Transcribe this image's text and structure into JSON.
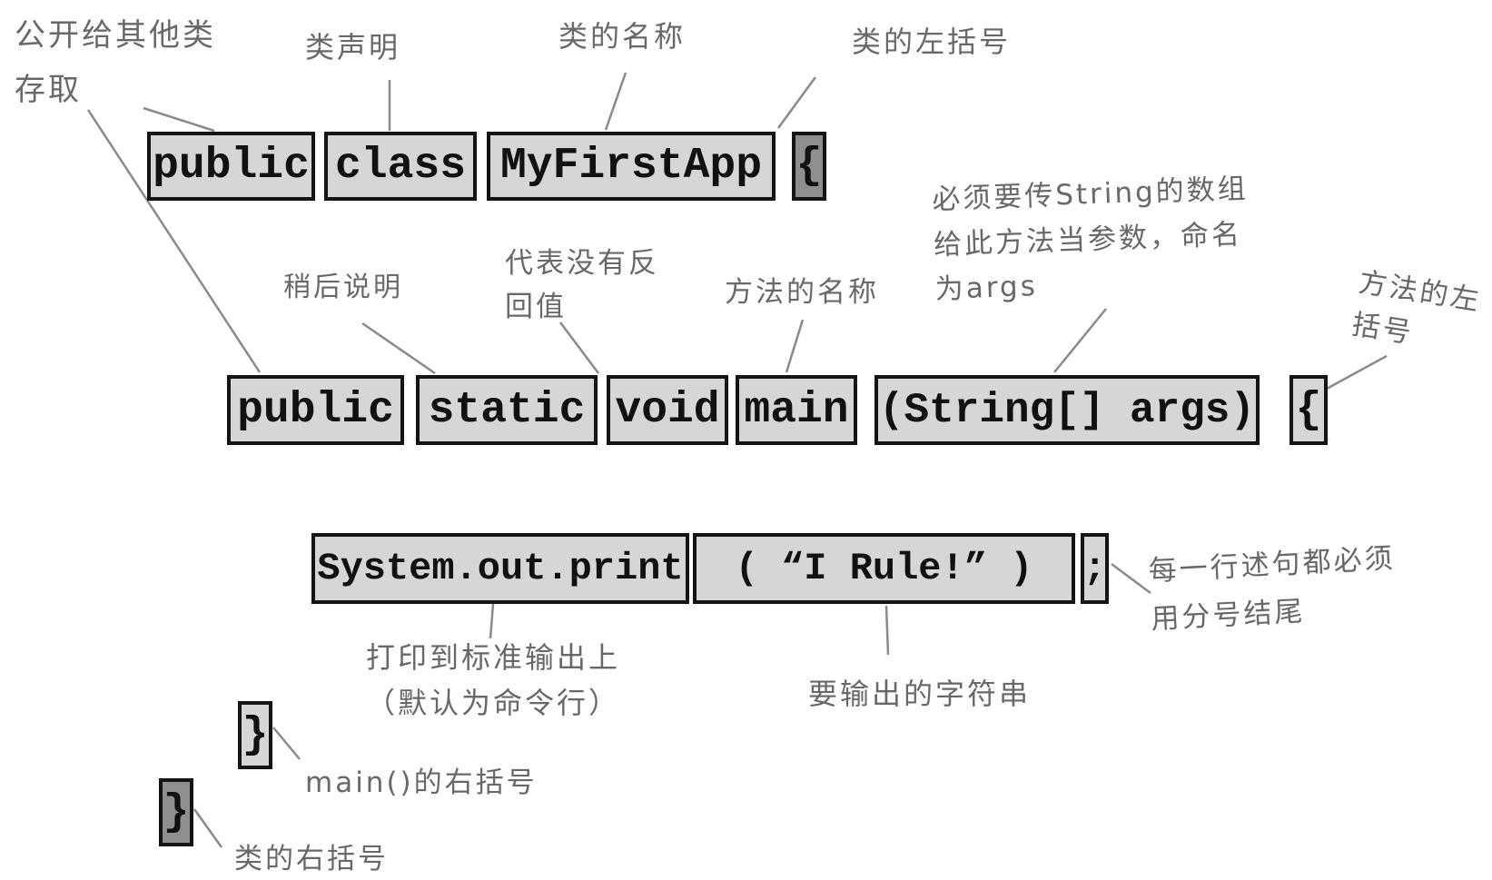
{
  "code": {
    "row1": [
      {
        "text": "public"
      },
      {
        "text": "class"
      },
      {
        "text": "MyFirstApp"
      },
      {
        "text": "{"
      }
    ],
    "row2": [
      {
        "text": "public"
      },
      {
        "text": "static"
      },
      {
        "text": "void"
      },
      {
        "text": "main"
      },
      {
        "text": "(String[] args)"
      },
      {
        "text": "{"
      }
    ],
    "row3": [
      {
        "text": "System.out.print"
      },
      {
        "text": "( “I Rule!” )"
      },
      {
        "text": ";"
      }
    ],
    "main_close_brace": {
      "text": "}"
    },
    "class_close_brace": {
      "text": "}"
    }
  },
  "annotations": {
    "access": "公开给其他类\n存取",
    "class_declaration": "类声明",
    "class_name": "类的名称",
    "class_open_brace": "类的左括号",
    "string_array_param": "必须要传String的数组\n给此方法当参数，命名\n为args",
    "method_open_brace": "方法的左\n括号",
    "explained_later": "稍后说明",
    "no_return_value": "代表没有反\n回值",
    "method_name": "方法的名称",
    "print_to_stdout": "打印到标准输出上\n（默认为命令行）",
    "output_string": "要输出的字符串",
    "semicolon_rule": "每一行述句都必须\n用分号结尾",
    "main_close_brace_label": "main()的右括号",
    "class_close_brace_label": "类的右括号"
  },
  "colors": {
    "background": "#ffffff",
    "box_fill_light": "#d6d6d6",
    "box_fill_dark": "#8f8f8f",
    "box_border": "#141414",
    "code_text": "#111111",
    "annotation_text": "#686868",
    "connector_line": "#8a8a8a"
  }
}
